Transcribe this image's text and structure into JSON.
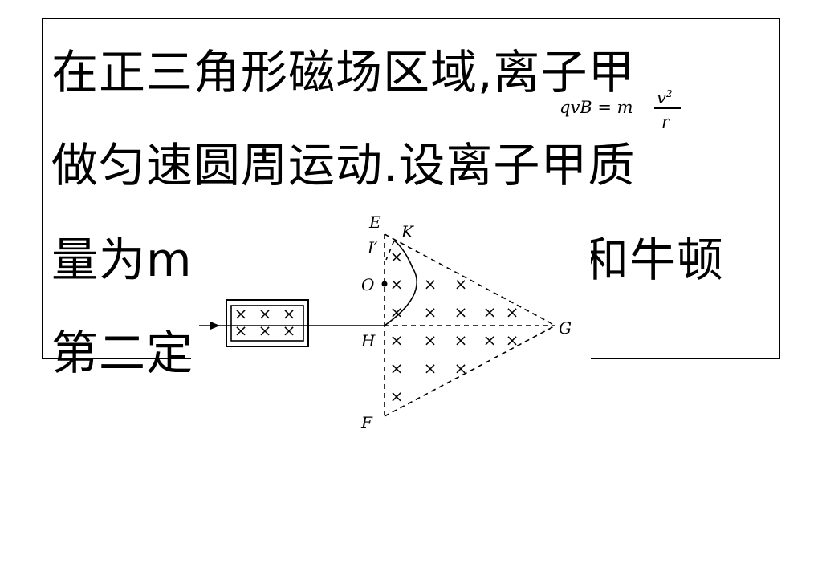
{
  "text_lines": [
    "在正三角形磁场区域,离子甲",
    "做匀速圆周运动.设离子甲质",
    "量为m",
    "和牛顿",
    "第二定"
  ],
  "formula": {
    "lhs": "qvB = m",
    "numerator": "v",
    "power": "2",
    "denominator": "r"
  },
  "diagram_labels": {
    "E": "E",
    "K": "K",
    "I_prime": "I′",
    "O": "O",
    "H": "H",
    "G": "G",
    "F": "F"
  },
  "field_symbol": "×"
}
